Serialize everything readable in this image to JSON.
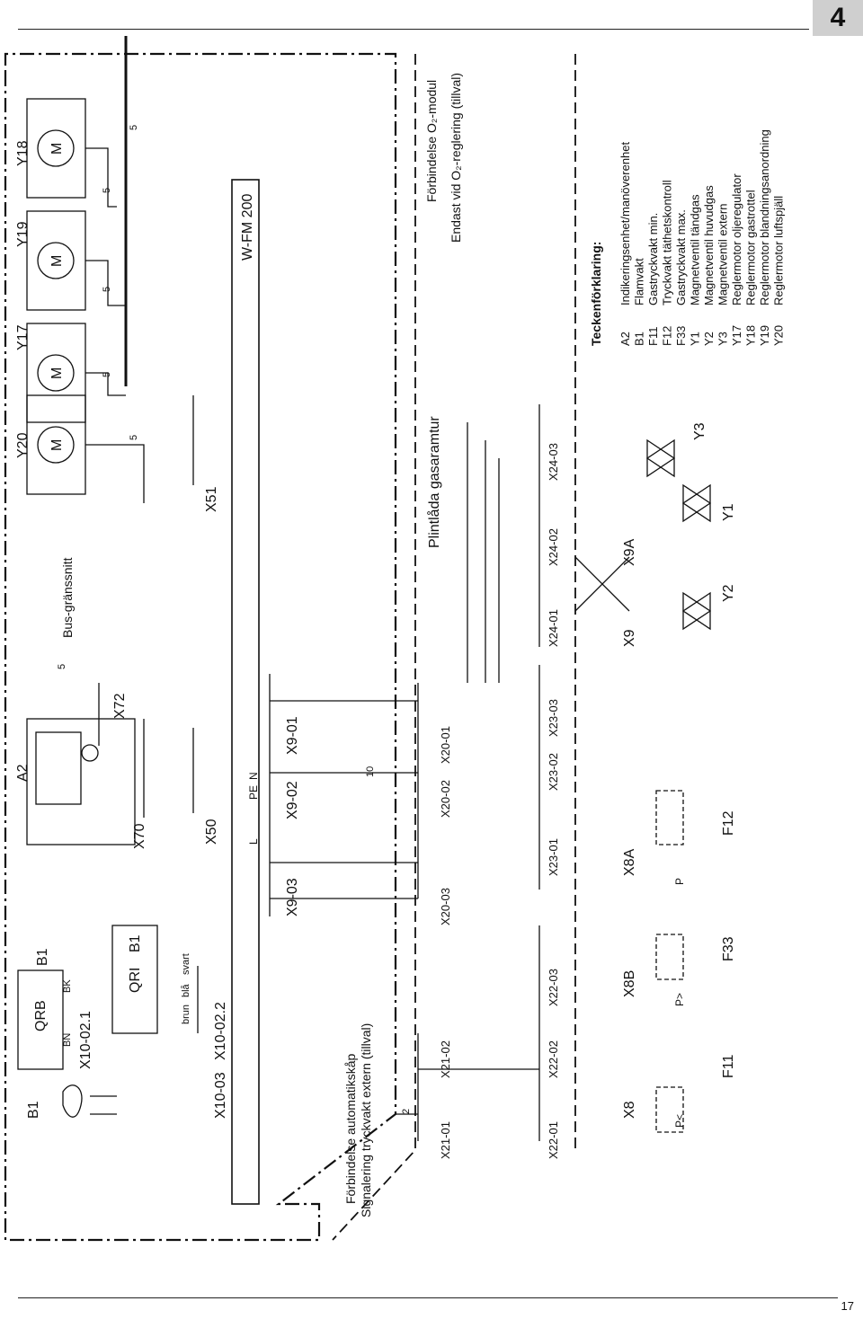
{
  "page": {
    "section_tab": "4",
    "page_number": "17"
  },
  "components": {
    "b1_left": "B1",
    "qrb": "QRB",
    "b1_qrb": "B1",
    "qri": "QRI",
    "b1_qri": "B1",
    "a2": "A2",
    "x72": "X72",
    "x70": "X70",
    "x50": "X50",
    "x51": "X51",
    "y20": "Y20",
    "y17": "Y17",
    "y19": "Y19",
    "y18": "Y18",
    "motor_symbol": "M",
    "wfm": "W-FM 200",
    "bus": "Bus-gränssnitt",
    "x9_03": "X9-03",
    "x9_02": "X9-02",
    "x9_01": "X9-01",
    "x20_03": "X20-03",
    "x20_02": "X20-02",
    "x20_01": "X20-01",
    "x21_01": "X21-01",
    "x21_02": "X21-02",
    "x22_01": "X22-01",
    "x22_02": "X22-02",
    "x22_03": "X22-03",
    "x23_01": "X23-01",
    "x23_02": "X23-02",
    "x23_03": "X23-03",
    "x24_01": "X24-01",
    "x24_02": "X24-02",
    "x24_03": "X24-03",
    "x10_03": "X10-03",
    "x10_02_1": "X10-02.1",
    "x10_02_2": "X10-02.2",
    "x8": "X8",
    "x8b": "X8B",
    "x8a": "X8A",
    "x9": "X9",
    "x9a": "X9A",
    "f11": "F11",
    "f33": "F33",
    "f12": "F12",
    "y1": "Y1",
    "y2": "Y2",
    "y3": "Y3",
    "p_lt": "P<",
    "p_gt": "P>",
    "p": "P",
    "pe": "PE",
    "l": "L",
    "n": "N"
  },
  "wire_labels": {
    "bn": "BN",
    "bk": "BK",
    "brun": "brun",
    "bla": "blå",
    "svart": "svart",
    "five": "5",
    "ten": "10",
    "two": "2"
  },
  "annotations": {
    "left_line1": "Förbindelse automatikskåp",
    "left_line2": "Signalering tryckvakt extern (tillval)",
    "plintlada": "Plintlåda gasaramtur",
    "o2_modul": "Förbindelse O₂-modul",
    "o2_reglering": "Endast vid O₂-reglering (tillval)"
  },
  "legend": {
    "title": "Teckenförklaring:",
    "items": [
      {
        "code": "A2",
        "desc": "Indikeringsenhet/manöverenhet"
      },
      {
        "code": "B1",
        "desc": "Flamvakt"
      },
      {
        "code": "F11",
        "desc": "Gastryckvakt min."
      },
      {
        "code": "F12",
        "desc": "Tryckvakt täthetskontroll"
      },
      {
        "code": "F33",
        "desc": "Gastryckvakt max."
      },
      {
        "code": "Y1",
        "desc": "Magnetventil tändgas"
      },
      {
        "code": "Y2",
        "desc": "Magnetventil huvudgas"
      },
      {
        "code": "Y3",
        "desc": "Magnetventil extern"
      },
      {
        "code": "Y17",
        "desc": "Reglermotor oljeregulator"
      },
      {
        "code": "Y18",
        "desc": "Reglermotor gastrottel"
      },
      {
        "code": "Y19",
        "desc": "Reglermotor blandningsanordning"
      },
      {
        "code": "Y20",
        "desc": "Reglermotor luftspjäll"
      }
    ]
  }
}
